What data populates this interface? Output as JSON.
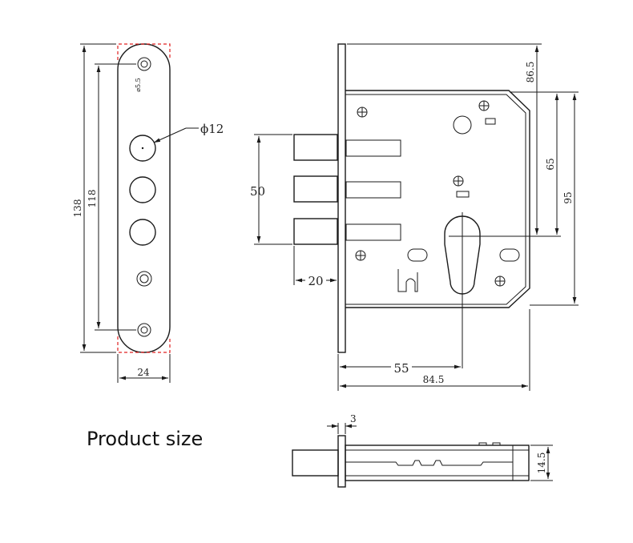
{
  "caption": "Product size",
  "faceplate": {
    "height_overall": "138",
    "height_holes": "118",
    "width": "24",
    "screw_hole_diameter": "⌀5.5",
    "bolt_hole_diameter": "ϕ12"
  },
  "lock_body": {
    "bolt_spacing": "50",
    "bolt_throw": "20",
    "backset": "55",
    "body_width": "84.5",
    "top_height": "86.5",
    "cylinder_to_top": "65",
    "case_height": "95"
  },
  "side_view": {
    "faceplate_thickness": "3",
    "body_thickness": "14.5"
  }
}
